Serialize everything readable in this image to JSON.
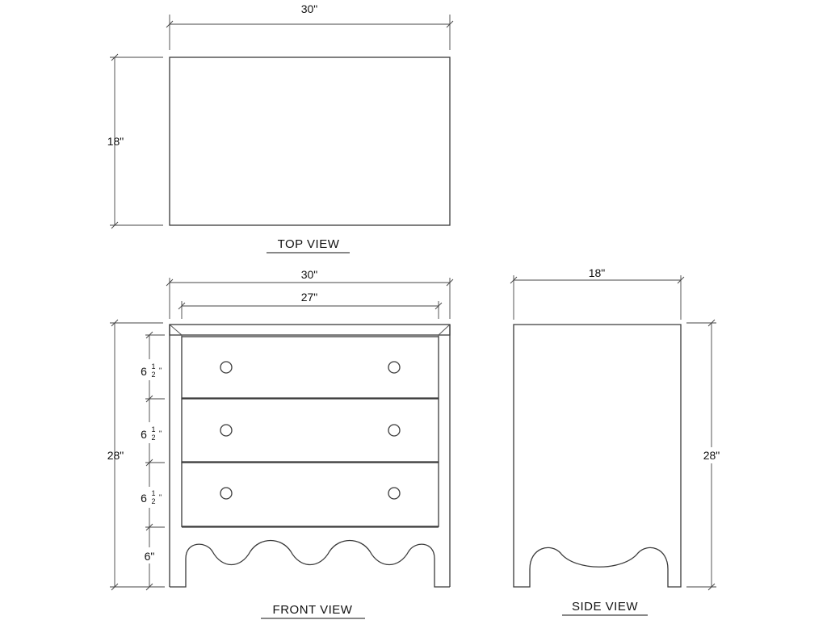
{
  "top_view": {
    "label": "TOP VIEW",
    "width_dim": "30\"",
    "depth_dim": "18\""
  },
  "front_view": {
    "label": "FRONT VIEW",
    "overall_width_dim": "30\"",
    "inner_width_dim": "27\"",
    "height_dim": "28\"",
    "drawer_heights": [
      {
        "whole": "6",
        "num": "1",
        "den": "2",
        "unit": "\""
      },
      {
        "whole": "6",
        "num": "1",
        "den": "2",
        "unit": "\""
      },
      {
        "whole": "6",
        "num": "1",
        "den": "2",
        "unit": "\""
      }
    ],
    "base_height_dim": "6\""
  },
  "side_view": {
    "label": "SIDE VIEW",
    "depth_dim": "18\"",
    "height_dim": "28\""
  }
}
